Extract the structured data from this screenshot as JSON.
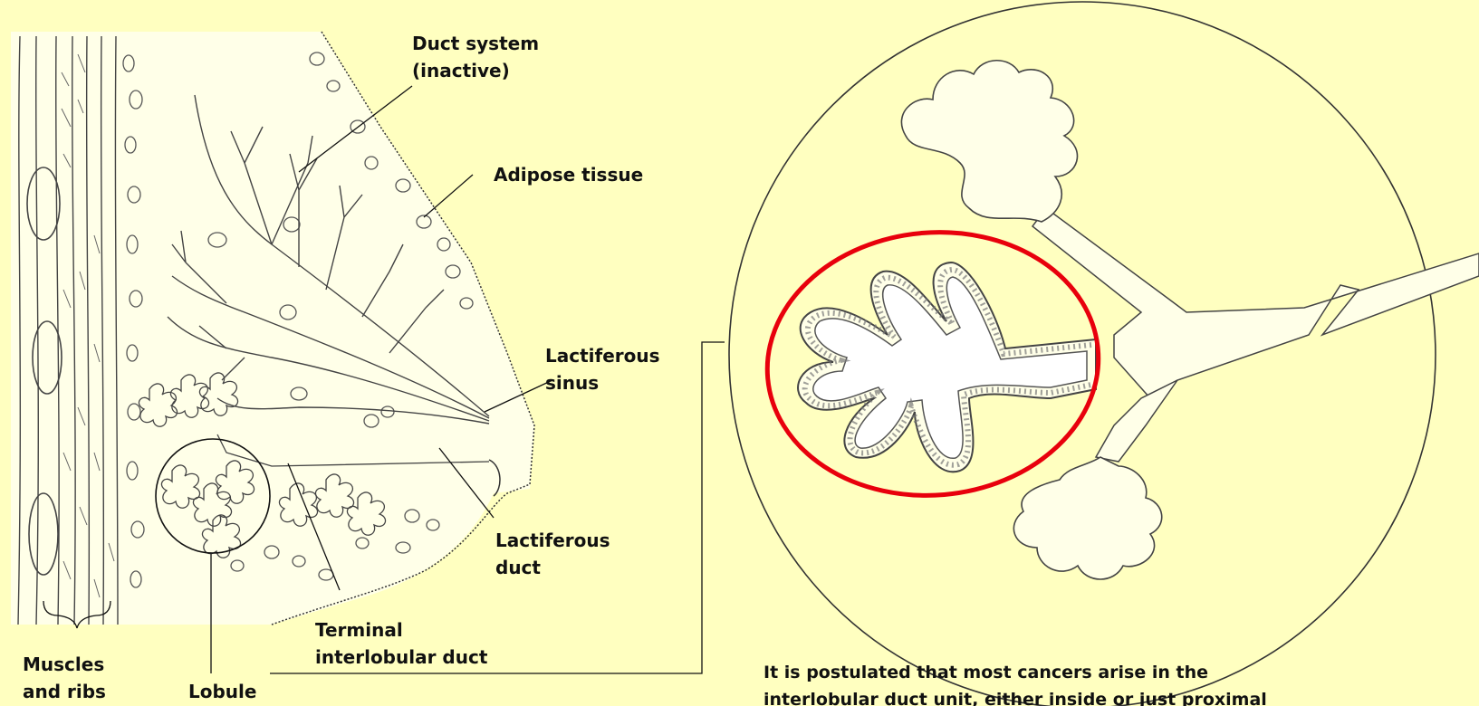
{
  "labels": {
    "duct_system": [
      "Duct system",
      "(inactive)"
    ],
    "adipose_tissue": [
      "Adipose tissue"
    ],
    "lactiferous_sinus": [
      "Lactiferous",
      "sinus"
    ],
    "lactiferous_duct": [
      "Lactiferous",
      "duct"
    ],
    "terminal_interlobular_duct": [
      "Terminal",
      "interlobular duct"
    ],
    "muscles_and_ribs": [
      "Muscles",
      "and ribs"
    ],
    "lobule": [
      "Lobule"
    ]
  },
  "caption": {
    "line1": "It is postulated that most cancers arise in the",
    "line2": "interlobular duct unit, either inside or just proximal"
  },
  "colors": {
    "background": "#ffffc0",
    "highlight": "#e8000c",
    "ink": "#111111",
    "tissue": "#ffffe8"
  }
}
